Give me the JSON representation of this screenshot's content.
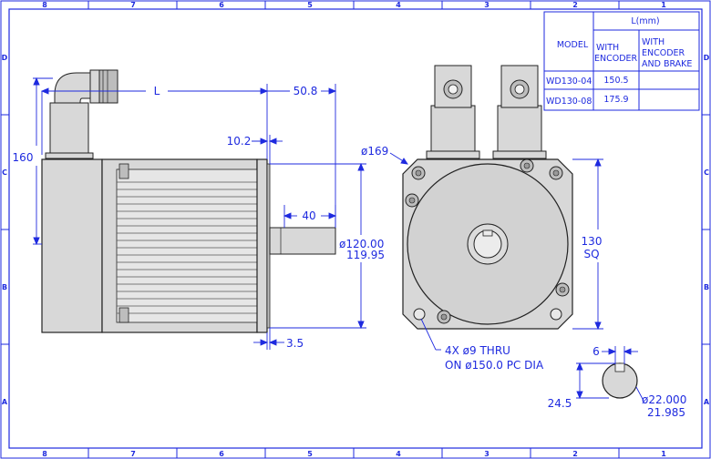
{
  "border": {
    "columns_top": [
      "8",
      "7",
      "6",
      "5",
      "4",
      "3",
      "2",
      "1"
    ],
    "columns_bottom": [
      "8",
      "7",
      "6",
      "5",
      "4",
      "3",
      "2",
      "1"
    ],
    "rows_left": [
      "D",
      "C",
      "B",
      "A"
    ],
    "rows_right": [
      "D",
      "C",
      "B",
      "A"
    ]
  },
  "table": {
    "col_header_model": "MODEL",
    "col_header_length": "L(mm)",
    "col_header_with_encoder_1": "WITH",
    "col_header_with_encoder_2": "ENCODER",
    "col_header_brake_1": "WITH",
    "col_header_brake_2": "ENCODER",
    "col_header_brake_3": "AND BRAKE",
    "rows": [
      {
        "model": "WD130-04",
        "with_encoder": "150.5",
        "with_brake": ""
      },
      {
        "model": "WD130-08",
        "with_encoder": "175.9",
        "with_brake": ""
      }
    ]
  },
  "dimensions": {
    "length_label": "L",
    "shaft_length": "50.8",
    "flange_offset": "10.2",
    "height": "160",
    "key_length": "40",
    "pilot_dia_upper": "ø120.00",
    "pilot_dia_lower": "119.95",
    "flange_thickness": "3.5",
    "flange_dia": "ø169",
    "square_1": "130",
    "square_2": "SQ",
    "holes_note_1": "4X  ø9 THRU",
    "holes_note_2": "ON ø150.0 PC DIA",
    "key_width": "6",
    "key_depth": "24.5",
    "shaft_dia_upper": "ø22.000",
    "shaft_dia_lower": "21.985"
  },
  "colors": {
    "dimension_blue": "#1e2adf",
    "part_fill": "#d8d8d8",
    "part_outline": "#222222"
  }
}
